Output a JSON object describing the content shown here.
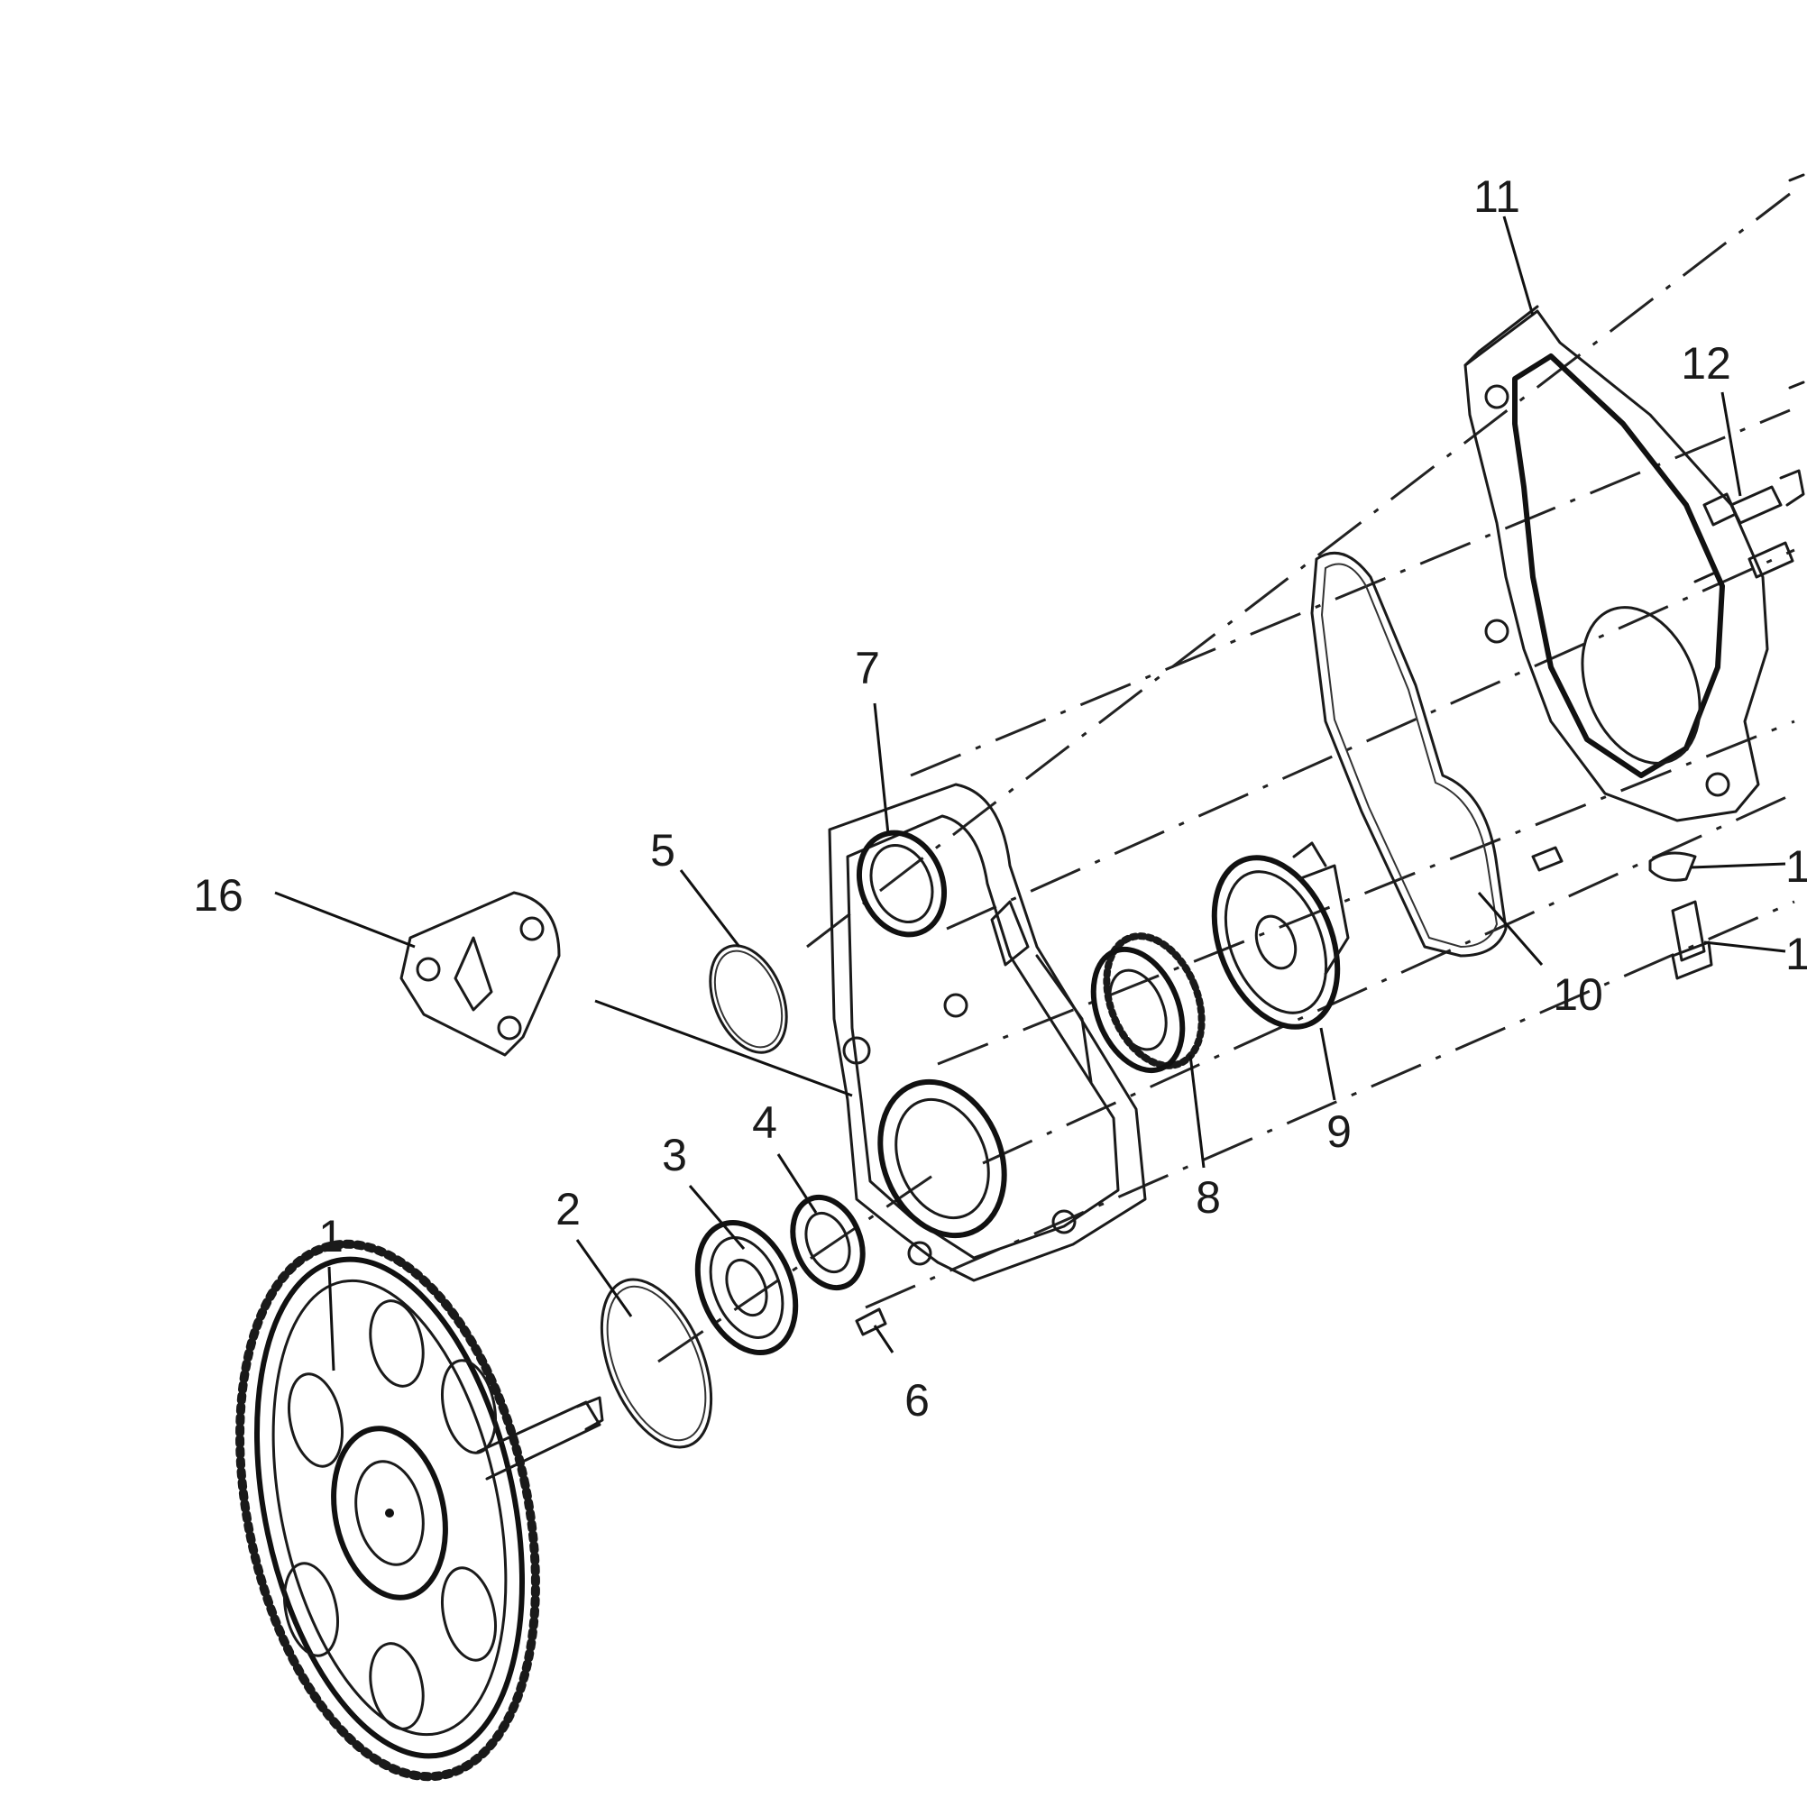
{
  "diagram": {
    "labels": [
      "1",
      "2",
      "3",
      "4",
      "5",
      "6",
      "7",
      "8",
      "9",
      "10",
      "11",
      "12",
      "16",
      "1",
      "1"
    ]
  }
}
